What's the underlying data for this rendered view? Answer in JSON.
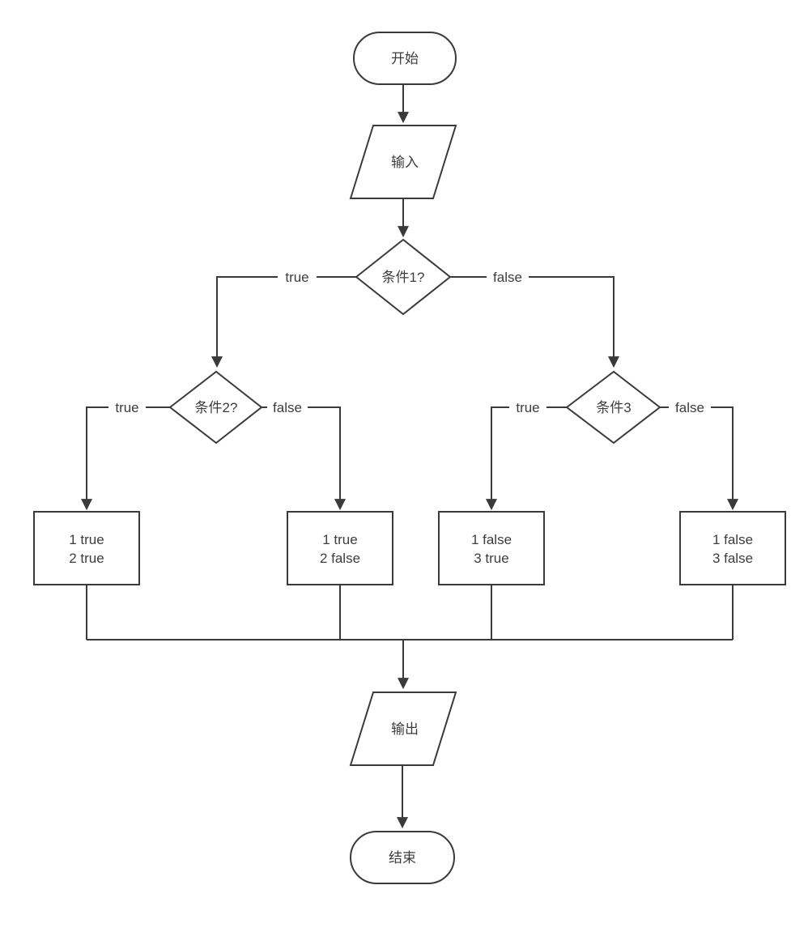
{
  "flowchart": {
    "nodes": {
      "start": {
        "label": "开始",
        "shape": "terminator"
      },
      "input": {
        "label": "输入",
        "shape": "parallelogram"
      },
      "cond1": {
        "label": "条件1?",
        "shape": "decision"
      },
      "cond2": {
        "label": "条件2?",
        "shape": "decision"
      },
      "cond3": {
        "label": "条件3",
        "shape": "decision"
      },
      "result_tt": {
        "line1": "1 true",
        "line2": "2 true",
        "shape": "process"
      },
      "result_tf": {
        "line1": "1 true",
        "line2": "2 false",
        "shape": "process"
      },
      "result_ft": {
        "line1": "1 false",
        "line2": "3 true",
        "shape": "process"
      },
      "result_ff": {
        "line1": "1 false",
        "line2": "3 false",
        "shape": "process"
      },
      "output": {
        "label": "输出",
        "shape": "parallelogram"
      },
      "end": {
        "label": "结束",
        "shape": "terminator"
      }
    },
    "edges": {
      "start_to_input": {
        "from": "start",
        "to": "input"
      },
      "input_to_cond1": {
        "from": "input",
        "to": "cond1"
      },
      "cond1_to_cond2": {
        "from": "cond1",
        "to": "cond2",
        "label": "true"
      },
      "cond1_to_cond3": {
        "from": "cond1",
        "to": "cond3",
        "label": "false"
      },
      "cond2_to_result_tt": {
        "from": "cond2",
        "to": "result_tt",
        "label": "true"
      },
      "cond2_to_result_tf": {
        "from": "cond2",
        "to": "result_tf",
        "label": "false"
      },
      "cond3_to_result_ft": {
        "from": "cond3",
        "to": "result_ft",
        "label": "true"
      },
      "cond3_to_result_ff": {
        "from": "cond3",
        "to": "result_ff",
        "label": "false"
      },
      "result_tt_to_output": {
        "from": "result_tt",
        "to": "output"
      },
      "result_tf_to_output": {
        "from": "result_tf",
        "to": "output"
      },
      "result_ft_to_output": {
        "from": "result_ft",
        "to": "output"
      },
      "result_ff_to_output": {
        "from": "result_ff",
        "to": "output"
      },
      "output_to_end": {
        "from": "output",
        "to": "end"
      }
    },
    "colors": {
      "stroke": "#3a3a3a",
      "text": "#3d3d3d",
      "node_fill": "#ffffff",
      "canvas": "#ffffff"
    }
  }
}
